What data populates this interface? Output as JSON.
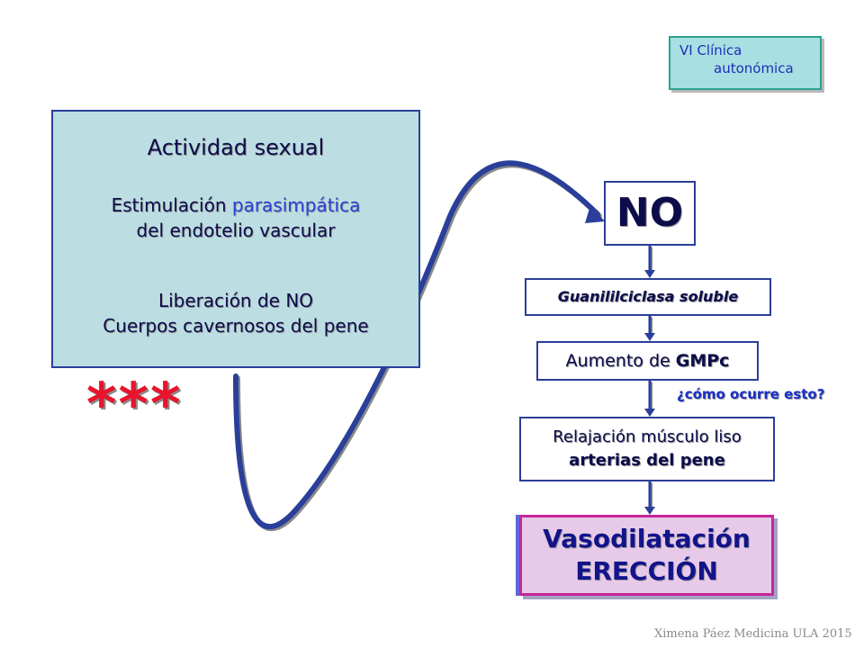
{
  "badge": {
    "line1": "VI  Clínica",
    "line2": "autonómica"
  },
  "left_panel": {
    "title": "Actividad sexual",
    "stim_prefix": "Estimulación ",
    "stim_accent": "parasimpática",
    "stim_line2": "del endotelio vascular",
    "release_line1": "Liberación de NO",
    "release_line2": "Cuerpos cavernosos del pene"
  },
  "stars": "***",
  "flow": {
    "no": "NO",
    "guanylyl": "Guanililciclasa soluble",
    "gmp_prefix": "Aumento de ",
    "gmp_bold": "GMPc",
    "question": "¿cómo ocurre esto?",
    "relax_line1": "Relajación músculo liso",
    "relax_line2": "arterias del pene",
    "vaso_line1": "Vasodilatación",
    "vaso_line2": "ERECCIÓN"
  },
  "credit": "Ximena Páez Medicina ULA 2015",
  "colors": {
    "arrow": "#2a3f9a",
    "accent_blue": "#2a3fd6",
    "stars_red": "#e8142c",
    "vaso_border": "#c6279a",
    "panel_fill": "#bcdee2"
  }
}
